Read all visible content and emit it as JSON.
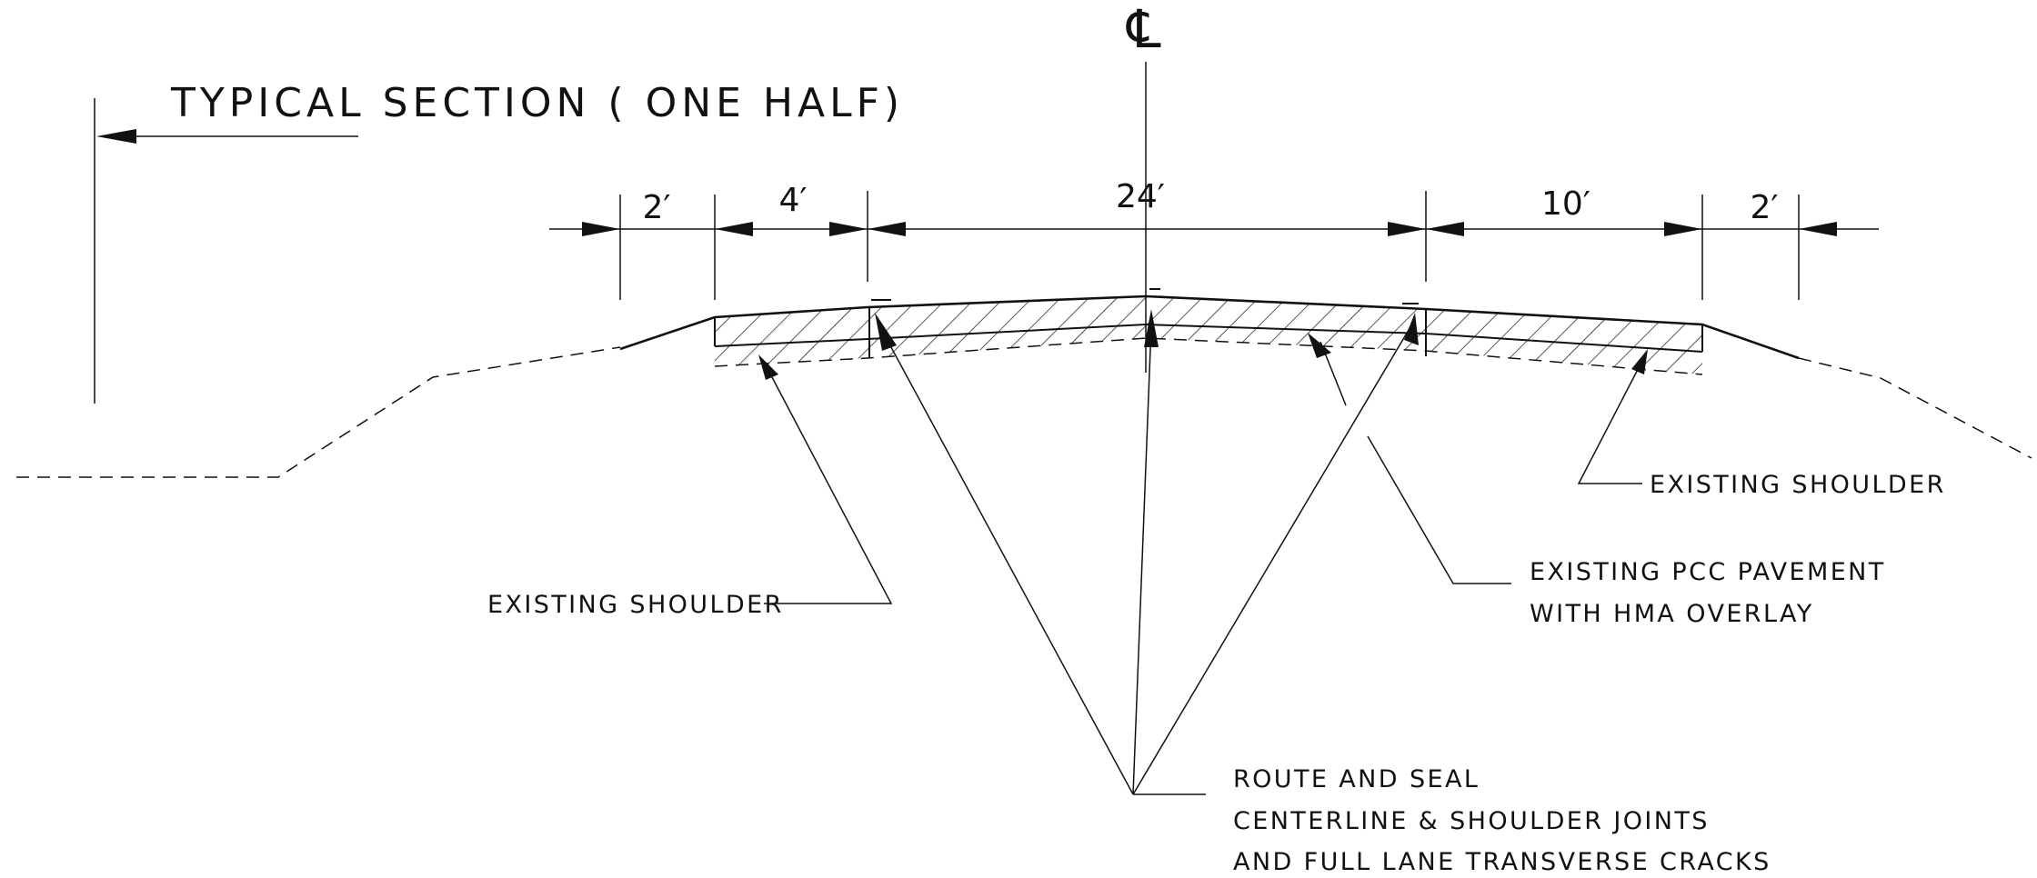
{
  "diagram": {
    "centerline_symbol": "℄",
    "title": "TYPICAL SECTION ( ONE HALF)",
    "dimensions": [
      "2′",
      "4′",
      "24′",
      "10′",
      "2′"
    ],
    "labels": {
      "existing_shoulder_left": "EXISTING SHOULDER",
      "existing_shoulder_right": "EXISTING SHOULDER",
      "pcc_line1": "EXISTING PCC PAVEMENT",
      "pcc_line2": "WITH HMA OVERLAY",
      "route_line1": "ROUTE AND SEAL",
      "route_line2": "CENTERLINE & SHOULDER JOINTS",
      "route_line3": "AND FULL LANE TRANSVERSE CRACKS"
    }
  }
}
